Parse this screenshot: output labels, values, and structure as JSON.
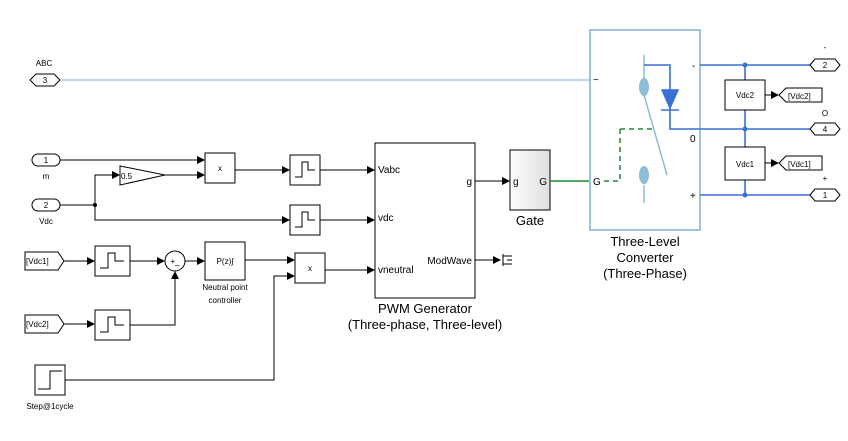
{
  "inports": [
    {
      "number": "3",
      "label": "ABC"
    },
    {
      "number": "1",
      "label": "m"
    },
    {
      "number": "2",
      "label": "Vdc"
    }
  ],
  "gain": {
    "value": "0.5"
  },
  "product_symbol": "x",
  "from_tags": {
    "vdc1": "[Vdc1]",
    "vdc2": "[Vdc2]"
  },
  "sum_signs": "+_",
  "controller": {
    "block_text": "P(z)∫",
    "label_line1": "Neutral point",
    "label_line2": "controller"
  },
  "step": {
    "label": "Step@1cycle"
  },
  "pwm": {
    "ports_in": [
      "Vabc",
      "vdc",
      "vneutral"
    ],
    "ports_out": [
      "g",
      "ModWave"
    ],
    "title_line1": "PWM Generator",
    "title_line2": "(Three-phase, Three-level)"
  },
  "gate": {
    "port_in": "g",
    "port_out": "G",
    "label": "Gate"
  },
  "converter": {
    "port_ac": "~",
    "port_g": "G",
    "port_neg": "-",
    "port_zero": "0",
    "port_pos": "+",
    "title_line1": "Three-Level",
    "title_line2": "Converter",
    "title_line3": "(Three-Phase)"
  },
  "sensors": {
    "vdc2": "Vdc2",
    "vdc1": "Vdc1"
  },
  "goto_tags": {
    "vdc2": "[Vdc2]",
    "vdc1": "[Vdc1]"
  },
  "outports": [
    {
      "number": "2",
      "label": "-"
    },
    {
      "number": "4",
      "label": "O"
    },
    {
      "number": "1",
      "label": "+"
    }
  ],
  "colors": {
    "physical": "#3a6fd6",
    "converter_border": "#9cc3dc",
    "gate_signal": "#1a8a3a"
  }
}
